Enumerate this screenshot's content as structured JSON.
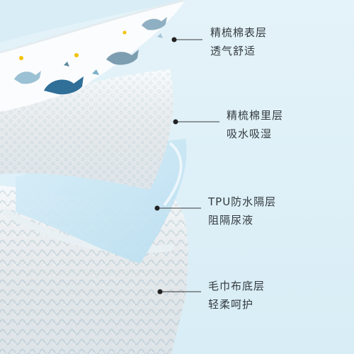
{
  "layers": [
    {
      "title": "精梳棉表层",
      "subtitle": "透气舒适"
    },
    {
      "title": "精梳棉里层",
      "subtitle": "吸水吸湿"
    },
    {
      "title": "TPU防水隔层",
      "subtitle": "阻隔尿液"
    },
    {
      "title": "毛巾布底层",
      "subtitle": "轻柔呵护"
    }
  ],
  "colors": {
    "background": "#dff0f7",
    "text": "#333a3f",
    "leader": "#3a3a3a",
    "fabric_white": "#fbfdff",
    "tpu_blue": "#c6e6f4"
  }
}
